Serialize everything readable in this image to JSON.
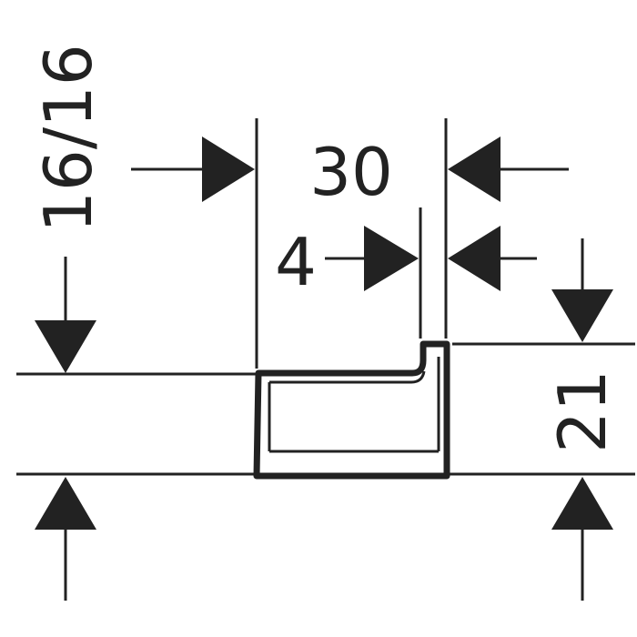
{
  "dimensions": {
    "width_overall": "30",
    "width_lip": "4",
    "height_overall": "21",
    "thickness_range": "16/16"
  },
  "colors": {
    "line": "#222222",
    "background": "#ffffff"
  }
}
